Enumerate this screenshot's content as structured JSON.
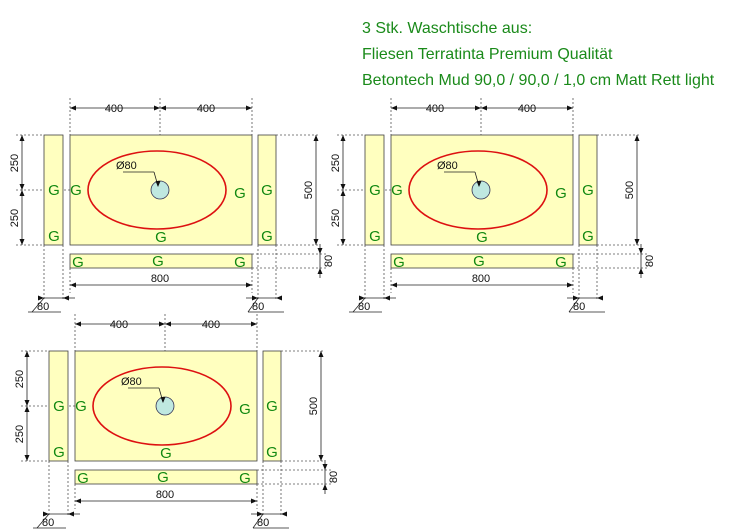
{
  "header": {
    "line1": "3 Stk. Waschtische aus:",
    "line2": "Fliesen Terratinta Premium Qualität",
    "line3": "Betontech Mud 90,0 / 90,0 / 1,0 cm Matt Rett light"
  },
  "labels": {
    "half_width": "400",
    "slab_width": "800",
    "side_width": "80",
    "front_height": "80",
    "half_height": "250",
    "slab_height": "500",
    "drain": "Ø80",
    "glaze": "G"
  },
  "colors": {
    "tile_fill": "#ffffbf",
    "outline": "#404040",
    "basin": "#dd1111",
    "drain_fill": "#bfe8e0",
    "label_green": "#118811",
    "title_green": "#1a8a1a"
  },
  "sinks": [
    {
      "name": "sink-1"
    },
    {
      "name": "sink-2"
    },
    {
      "name": "sink-3"
    }
  ]
}
